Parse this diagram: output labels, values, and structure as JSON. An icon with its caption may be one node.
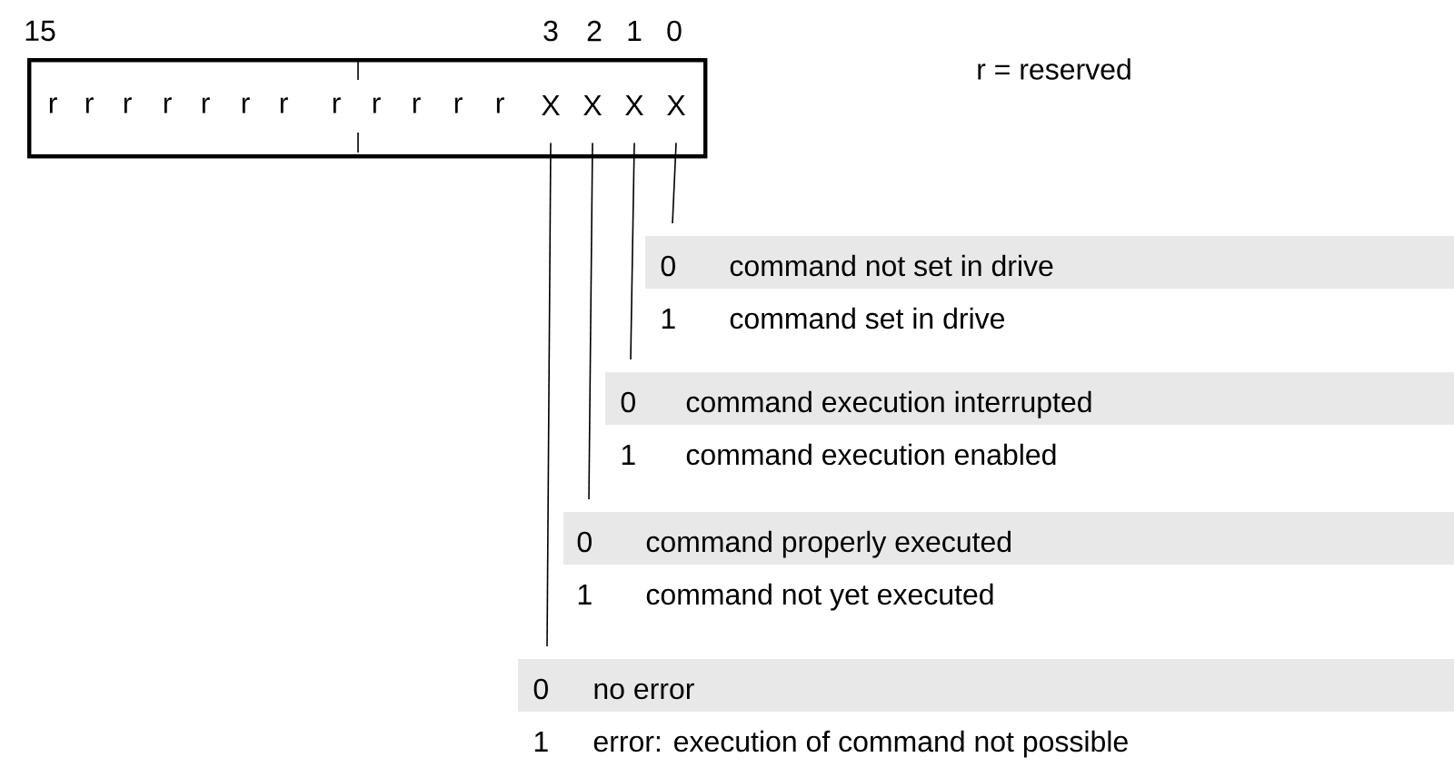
{
  "diagram": {
    "nodes": [
      {
        "text": [],
        "shape": "box"
      },
      {
        "text": [
          "r"
        ],
        "in": 0
      },
      {
        "text": [
          "r"
        ],
        "in": 0
      },
      {
        "text": [
          "r"
        ],
        "in": 0
      },
      {
        "text": [
          "r"
        ],
        "in": 0
      },
      {
        "text": [
          "r"
        ],
        "in": 0
      },
      {
        "text": [
          "r"
        ],
        "in": 0
      },
      {
        "text": [
          "r"
        ],
        "in": 0
      },
      {
        "text": [
          "r"
        ],
        "in": 0
      },
      {
        "text": [
          "r"
        ],
        "in": 0
      },
      {
        "text": [
          "r"
        ],
        "in": 0
      },
      {
        "text": [
          "r"
        ],
        "in": 0
      },
      {
        "text": [
          "r"
        ],
        "in": 0
      },
      {
        "text": [
          "X"
        ],
        "in": 0
      },
      {
        "text": [
          "X"
        ],
        "in": 0
      },
      {
        "text": [
          "X"
        ],
        "in": 0
      },
      {
        "text": [
          "X"
        ],
        "in": 0
      },
      {
        "text": [
          "0",
          "command not set in drive",
          "1",
          "command set in drive"
        ]
      },
      {
        "text": [
          "0",
          "command execution interrupted",
          "1",
          "command execution enabled"
        ]
      },
      {
        "text": [
          "0",
          "command properly executed",
          "1",
          "command not yet executed"
        ]
      },
      {
        "text": [
          "0",
          "no error",
          "1",
          "error: execution of command not possible"
        ]
      }
    ],
    "edges": [
      {
        "from": 16,
        "to": 17,
        "arrow": "none"
      },
      {
        "from": 15,
        "to": 18,
        "arrow": "none"
      },
      {
        "from": 14,
        "to": 19,
        "arrow": "none"
      },
      {
        "from": 13,
        "to": 20,
        "arrow": "none"
      }
    ],
    "labels": [
      "15",
      "3",
      "2",
      "1",
      "0",
      "r = reserved"
    ]
  }
}
